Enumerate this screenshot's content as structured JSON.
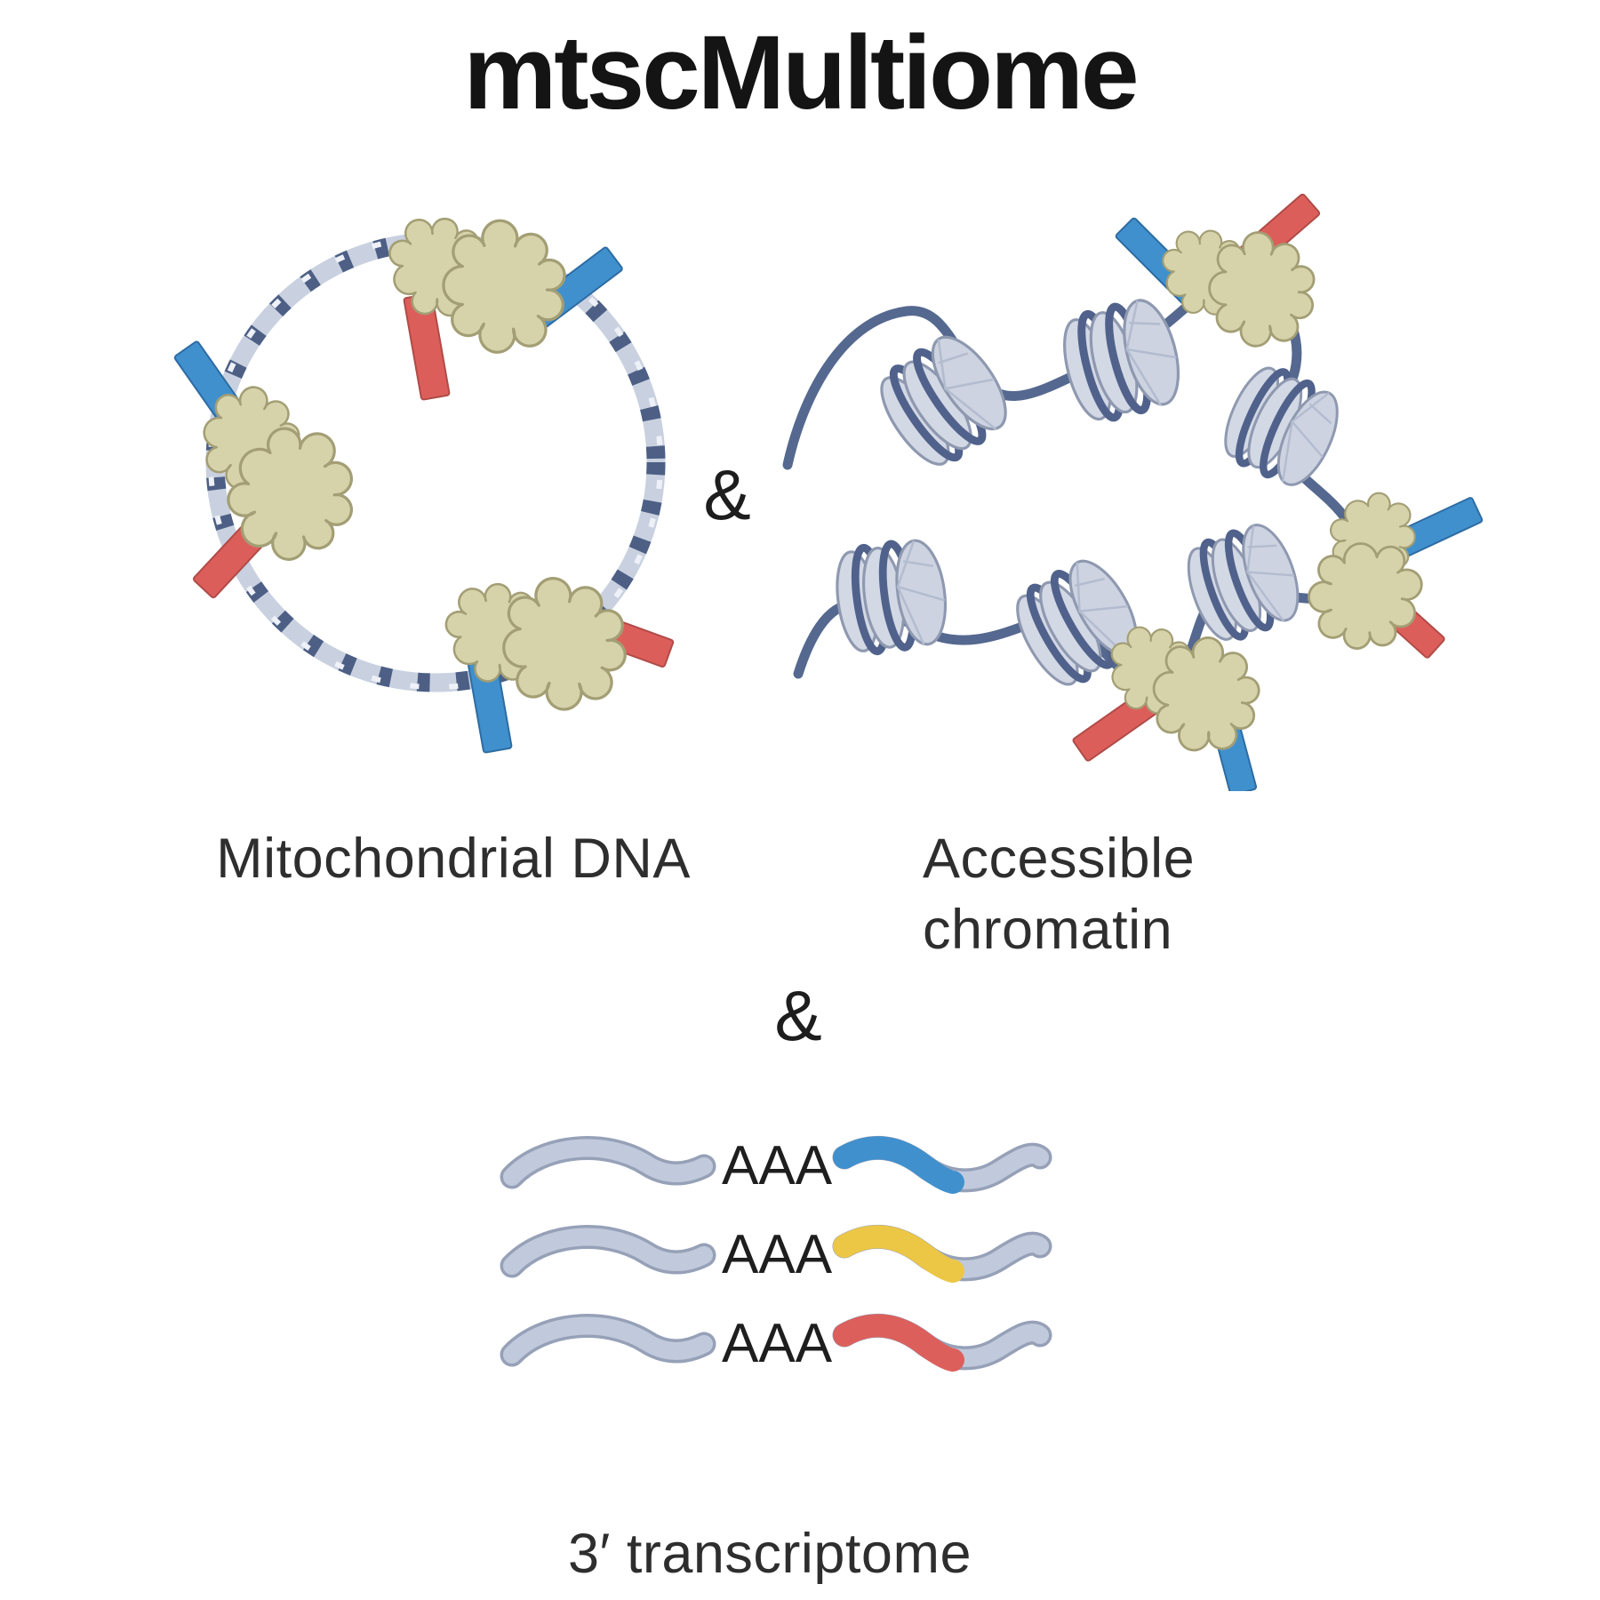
{
  "title": "mtscMultiome",
  "ampersand_top": "&",
  "ampersand_middle": "&",
  "panels": {
    "mitochondrial_dna": {
      "label": "Mitochondrial DNA"
    },
    "accessible_chromatin": {
      "label_line1": "Accessible",
      "label_line2": "chromatin"
    },
    "transcriptome": {
      "label": "3′ transcriptome",
      "poly_a_label": "AAA",
      "transcripts": [
        {
          "name": "transcript-barcode-blue",
          "barcode_color": "#4090cd"
        },
        {
          "name": "transcript-barcode-yellow",
          "barcode_color": "#ecc645"
        },
        {
          "name": "transcript-barcode-red",
          "barcode_color": "#dd5f5b"
        }
      ]
    }
  },
  "colors": {
    "tag_blue": "#4090cd",
    "tag_red": "#dc5e5a",
    "protein_blob": "#d6d3ab",
    "dna_dark": "#4d5f85",
    "dna_light": "#c9d1e0",
    "nucleosome_fill": "#cdd3e1",
    "chromatin_fiber": "#55688f",
    "mrna_gray": "#c1cadc",
    "label_text": "#2e2e2e"
  }
}
